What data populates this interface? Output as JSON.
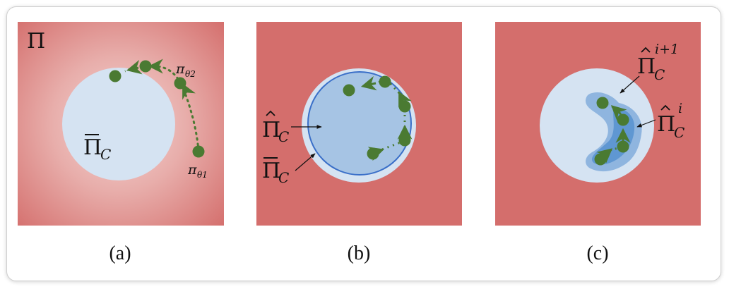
{
  "colors": {
    "infeasible_red": "#d46e6c",
    "feasible_light_blue": "#d5e3f2",
    "inner_blue": "#a6c4e4",
    "boundary_blue": "#3a6fc8",
    "patch_blue_1": "#8fb5df",
    "patch_blue_2": "#5f97d2",
    "policy_green": "#4a7a32"
  },
  "panels": [
    {
      "caption": "(a)",
      "labels": {
        "policy_space": "Π",
        "feasible_set_base": "Π",
        "feasible_set_sub": "C",
        "policy_theta2_base": "π",
        "policy_theta2_sub": "θ2",
        "policy_theta1_base": "π",
        "policy_theta1_sub": "θ1"
      }
    },
    {
      "caption": "(b)",
      "labels": {
        "estimated_set_base": "Π",
        "estimated_set_sub": "C",
        "feasible_set_base": "Π",
        "feasible_set_sub": "C"
      }
    },
    {
      "caption": "(c)",
      "labels": {
        "estimate_next_base": "Π",
        "estimate_next_sub": "C",
        "estimate_next_sup": "i+1",
        "estimate_i_base": "Π",
        "estimate_i_sub": "C",
        "estimate_i_sup": "i"
      }
    }
  ]
}
